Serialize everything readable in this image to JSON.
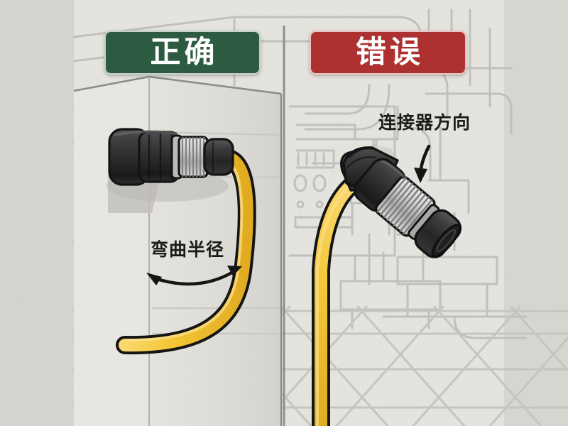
{
  "figure": {
    "title": "Connector installation comparison",
    "panels": [
      {
        "id": "correct",
        "badge_label": "正确",
        "badge_color": "#2d5b42",
        "annotations": [
          {
            "id": "bend-radius",
            "text": "弯曲半径",
            "marker": "double-arrow"
          }
        ],
        "connector": {
          "style": "straight",
          "orientation": "horizontal",
          "body_color": "#2e2e2e",
          "knurled_ring_color": "#c9c9c9"
        },
        "cable": {
          "color": "#f3c430",
          "outline_color": "#111111",
          "routing": "gentle-loop-downward"
        }
      },
      {
        "id": "wrong",
        "badge_label": "错误",
        "badge_color": "#ac3130",
        "annotations": [
          {
            "id": "connector-direction",
            "text": "连接器方向",
            "marker": "curved-arrow"
          }
        ],
        "connector": {
          "style": "right-angle",
          "orientation": "tilted-down",
          "body_color": "#2e2e2e",
          "knurled_ring_color": "#c9c9c9"
        },
        "cable": {
          "color": "#f3c430",
          "outline_color": "#111111",
          "routing": "straight-vertical-drop"
        }
      }
    ],
    "background": {
      "base_color": "#d9d7d1",
      "line_art_color": "#bdbdb9",
      "divider_color": "#8a8a88",
      "description": "faint line-art factory equipment, piping and tiled floor"
    }
  }
}
